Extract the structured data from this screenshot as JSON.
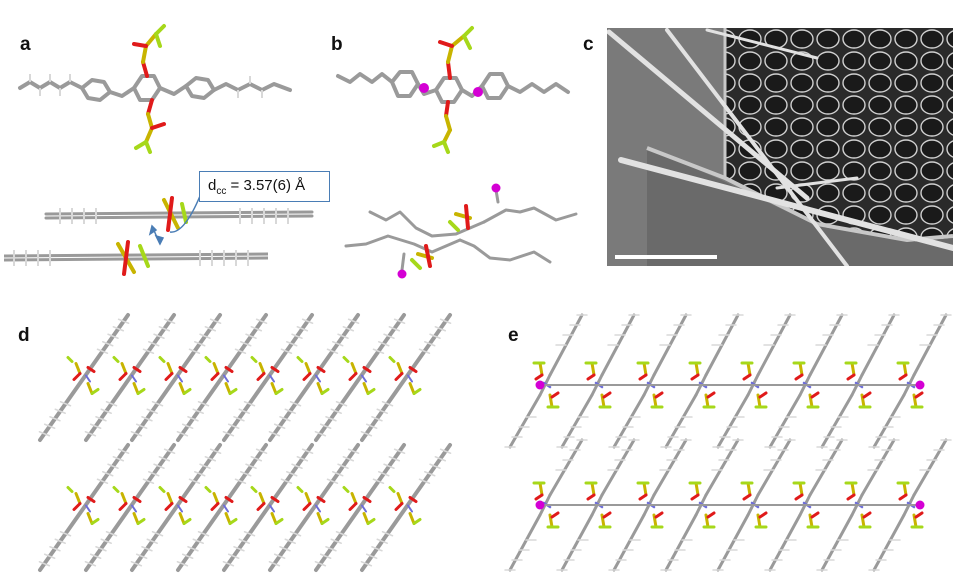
{
  "panels": {
    "a": "a",
    "b": "b",
    "c": "c",
    "d": "d",
    "e": "e"
  },
  "callout": {
    "prefix": "d",
    "subscript": "cc",
    "value": " = 3.57(6) Å"
  },
  "colors": {
    "carbon": "#9a9a9a",
    "hydrogen": "#d8d8d8",
    "sulfur": "#c8b400",
    "oxygen": "#e01a1a",
    "fluorine": "#a6d81a",
    "nitrogen": "#6f6fd8",
    "iodine": "#d400d4",
    "callout_border": "#4a7db5"
  },
  "scale_bar": "scale bar"
}
